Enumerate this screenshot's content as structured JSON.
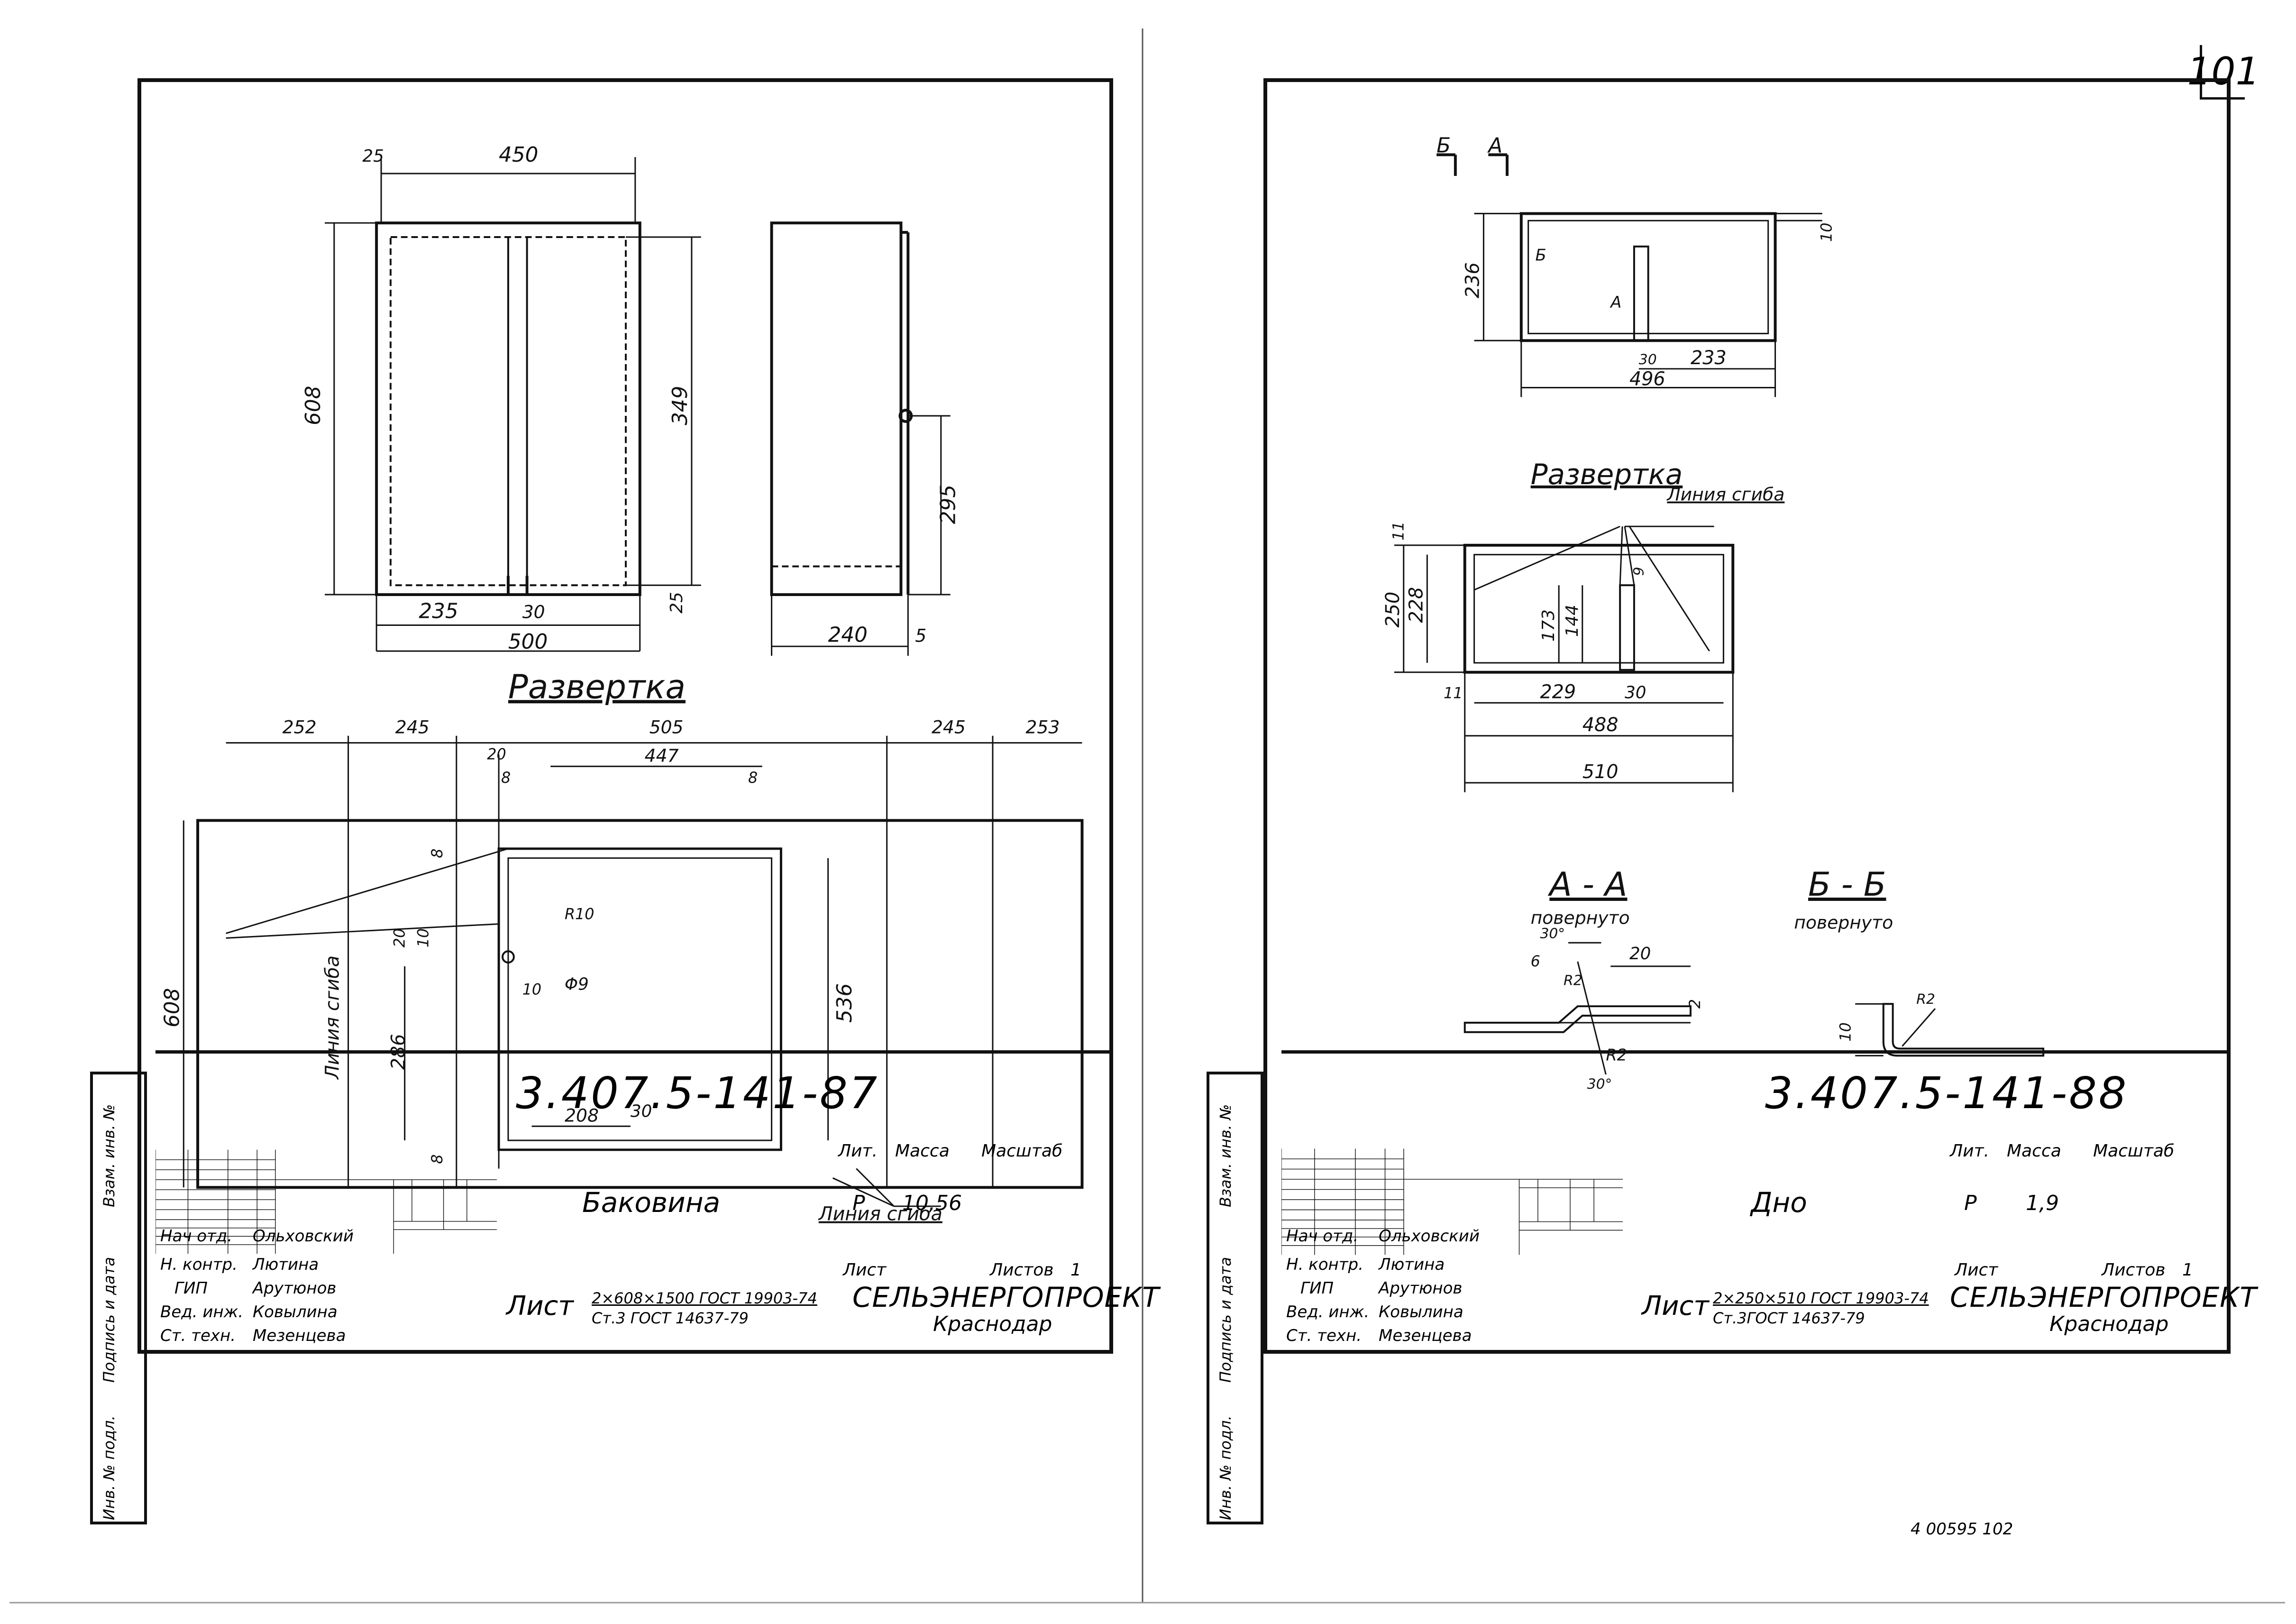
{
  "page_number": "101",
  "footer_ref": "4 00595   102",
  "staff_rows": [
    {
      "role": "Нач отд.",
      "name": "Ольховский"
    },
    {
      "role": "Н. контр.",
      "name": "Лютина"
    },
    {
      "role": "ГИП",
      "name": "Арутюнов"
    },
    {
      "role": "Вед. инж.",
      "name": "Ковылина"
    },
    {
      "role": "Ст. техн.",
      "name": "Мезенцева"
    }
  ],
  "sidebar_labels": [
    "Инв. № подл.",
    "Подпись и дата",
    "Взам. инв. №"
  ],
  "headers": {
    "lit": "Лит.",
    "mass": "Масса",
    "scale": "Масштаб",
    "sheet": "Лист",
    "sheets": "Листов"
  },
  "left": {
    "doc_code": "3.407.5-141-87",
    "part_name": "Баковина",
    "lit_value": "Р",
    "mass_value": "10,56",
    "sheets_value": "1",
    "material_line1": "2×608×1500 ГОСТ 19903-74",
    "material_line2": "Ст.3 ГОСТ 14637-79",
    "org": "СЕЛЬЭНЕРГОПРОЕКТ",
    "city": "Краснодар",
    "razvertka_title": "Развертка",
    "bend_line_label": "Линия сгиба",
    "dims": {
      "d450": "450",
      "d25a": "25",
      "d608": "608",
      "d349": "349",
      "d235": "235",
      "d30": "30",
      "d500": "500",
      "d25b": "25",
      "d295": "295",
      "d240": "240",
      "d5": "5",
      "f252": "252",
      "f245a": "245",
      "f505": "505",
      "f245b": "245",
      "f253": "253",
      "f20": "20",
      "f447": "447",
      "f8a": "8",
      "f8b": "8",
      "f8c": "8",
      "f608": "608",
      "f536": "536",
      "fR10": "R10",
      "f20b": "20",
      "f10": "10",
      "f10b": "10",
      "fphi9": "Φ9",
      "f286": "286",
      "f208": "208",
      "f30": "30",
      "f8d": "8"
    }
  },
  "right": {
    "doc_code": "3.407.5-141-88",
    "part_name": "Дно",
    "lit_value": "Р",
    "mass_value": "1,9",
    "sheets_value": "1",
    "material_line1": "2×250×510 ГОСТ 19903-74",
    "material_line2": "Ст.3ГОСТ 14637-79",
    "org": "СЕЛЬЭНЕРГОПРОЕКТ",
    "city": "Краснодар",
    "razvertka_title": "Развертка",
    "bend_line_label": "Линия сгиба",
    "section_a": "А - А",
    "section_b": "Б - Б",
    "rotated": "повернуто",
    "cut_a": "А",
    "cut_b": "Б",
    "dims": {
      "d236": "236",
      "d10": "10",
      "d30": "30",
      "d233": "233",
      "d496": "496",
      "r11a": "11",
      "r250": "250",
      "r228": "228",
      "r173": "173",
      "r144": "144",
      "r9": "9",
      "r11b": "11",
      "r229": "229",
      "r30": "30",
      "r488": "488",
      "r510": "510",
      "a30": "30°",
      "a20": "20",
      "a6": "6",
      "aR2": "R2",
      "aR2b": "R2",
      "a2": "2",
      "a30b": "30°",
      "bR2": "R2",
      "b10": "10"
    }
  }
}
